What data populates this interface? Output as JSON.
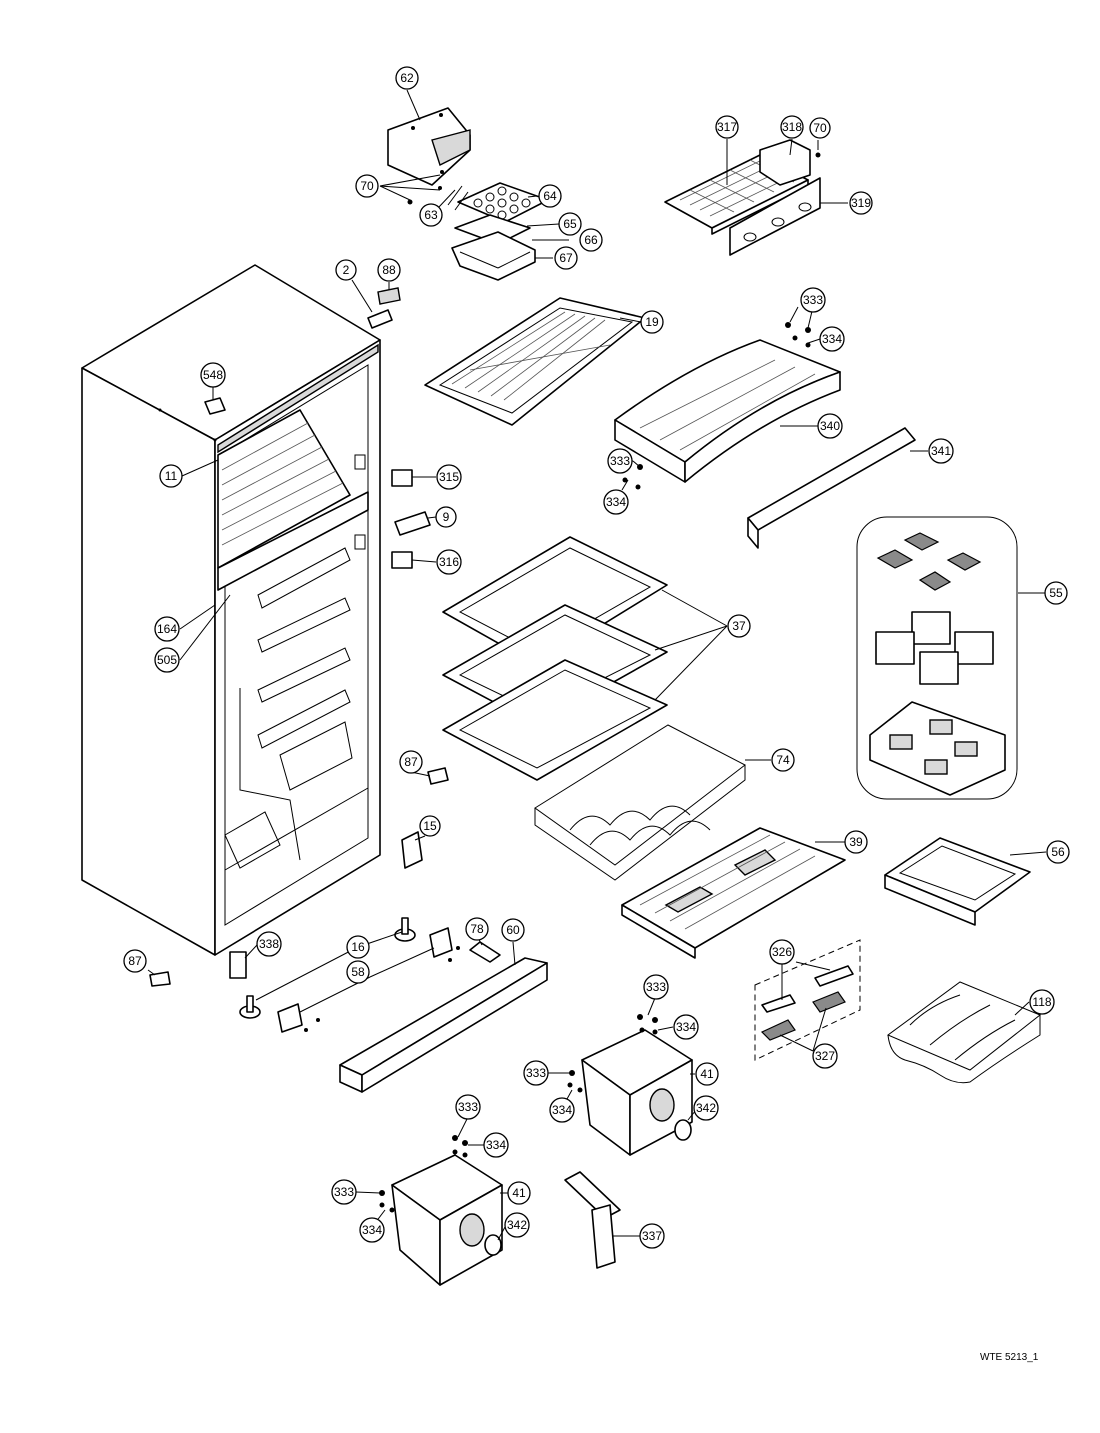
{
  "document_code": "WTE 5213_1",
  "callouts": [
    "62",
    "70",
    "63",
    "64",
    "65",
    "66",
    "67",
    "317",
    "318",
    "70",
    "319",
    "2",
    "88",
    "548",
    "11",
    "315",
    "9",
    "316",
    "164",
    "505",
    "19",
    "333",
    "334",
    "340",
    "333",
    "334",
    "341",
    "37",
    "74",
    "39",
    "55",
    "56",
    "87",
    "15",
    "338",
    "87",
    "16",
    "58",
    "78",
    "60",
    "326",
    "327",
    "118",
    "333",
    "334",
    "333",
    "334",
    "41",
    "342",
    "333",
    "334",
    "333",
    "334",
    "41",
    "342",
    "337"
  ]
}
